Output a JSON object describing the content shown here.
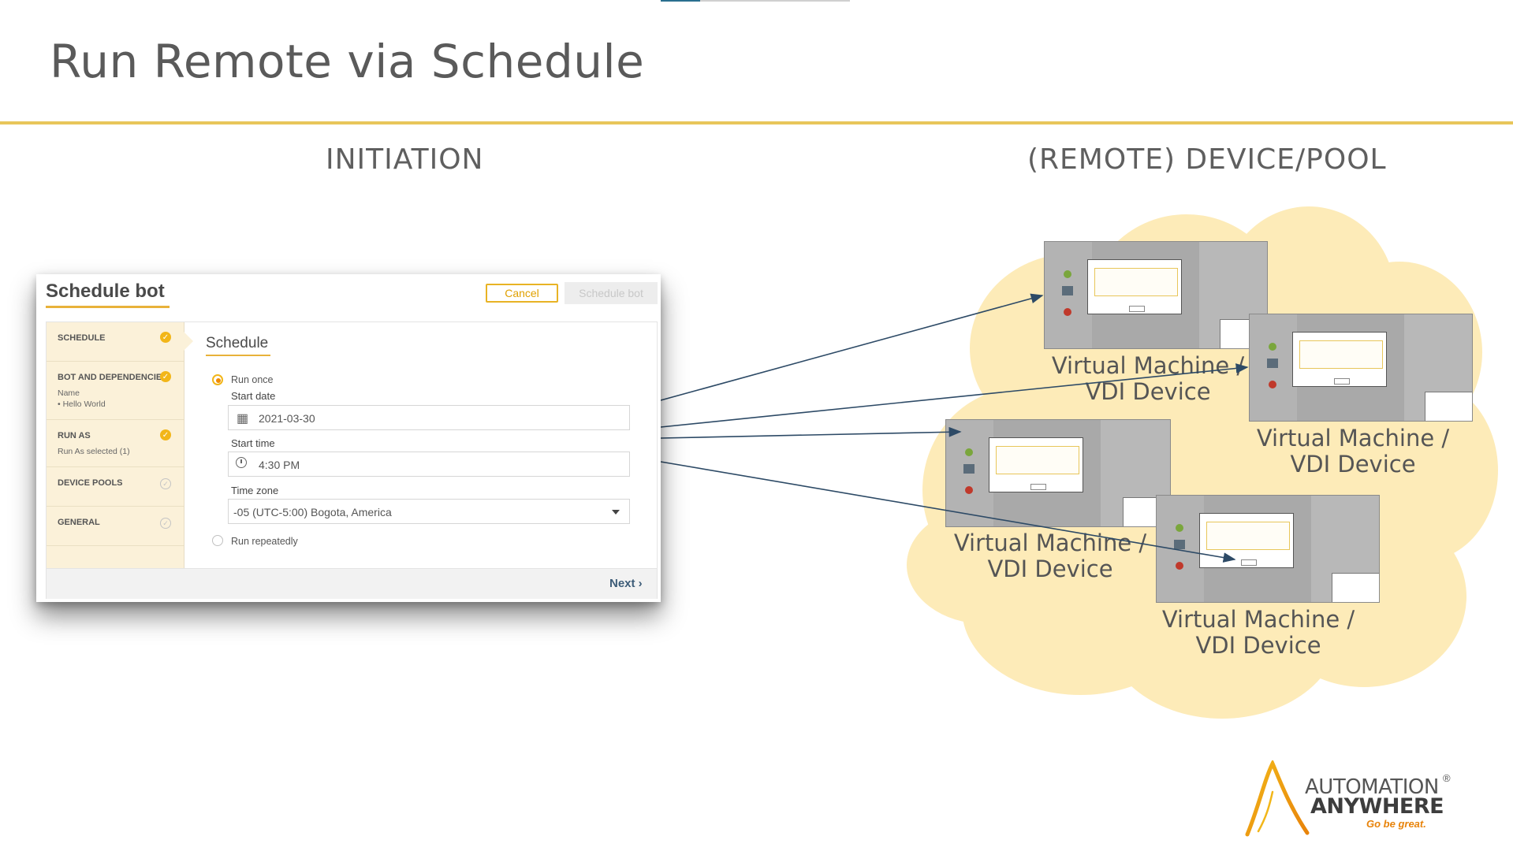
{
  "slide": {
    "title": "Run Remote via Schedule",
    "initiation_heading": "INITIATION",
    "remote_heading": "(REMOTE) DEVICE/POOL"
  },
  "dialog": {
    "title": "Schedule bot",
    "cancel_label": "Cancel",
    "schedule_label": "Schedule bot",
    "nav": [
      {
        "label": "SCHEDULE",
        "status": "complete"
      },
      {
        "label": "BOT AND DEPENDENCIES",
        "status": "complete",
        "sub1": "Name",
        "sub2": "• Hello World"
      },
      {
        "label": "RUN AS",
        "status": "complete",
        "sub1": "Run As selected (1)"
      },
      {
        "label": "DEVICE POOLS",
        "status": "pending"
      },
      {
        "label": "GENERAL",
        "status": "pending"
      }
    ],
    "section_title": "Schedule",
    "run_once_label": "Run once",
    "start_date_label": "Start date",
    "start_date_value": "2021-03-30",
    "start_time_label": "Start time",
    "start_time_value": "4:30 PM",
    "time_zone_label": "Time zone",
    "time_zone_value": "-05 (UTC-5:00) Bogota, America",
    "run_repeatedly_label": "Run repeatedly",
    "next_label": "Next"
  },
  "devices": [
    {
      "line1": "Virtual Machine /",
      "line2": "VDI Device"
    },
    {
      "line1": "Virtual Machine /",
      "line2": "VDI Device"
    },
    {
      "line1": "Virtual Machine /",
      "line2": "VDI Device"
    },
    {
      "line1": "Virtual Machine /",
      "line2": "VDI Device"
    }
  ],
  "logo": {
    "line1": "AUTOMATION",
    "registered": "®",
    "line2": "ANYWHERE",
    "tagline": "Go be great."
  },
  "colors": {
    "accent_yellow": "#e8c65a",
    "check_yellow": "#f2b619",
    "cloud": "#fdebb8",
    "arrow": "#2d4a66",
    "logo_orange": "#e8830a"
  }
}
